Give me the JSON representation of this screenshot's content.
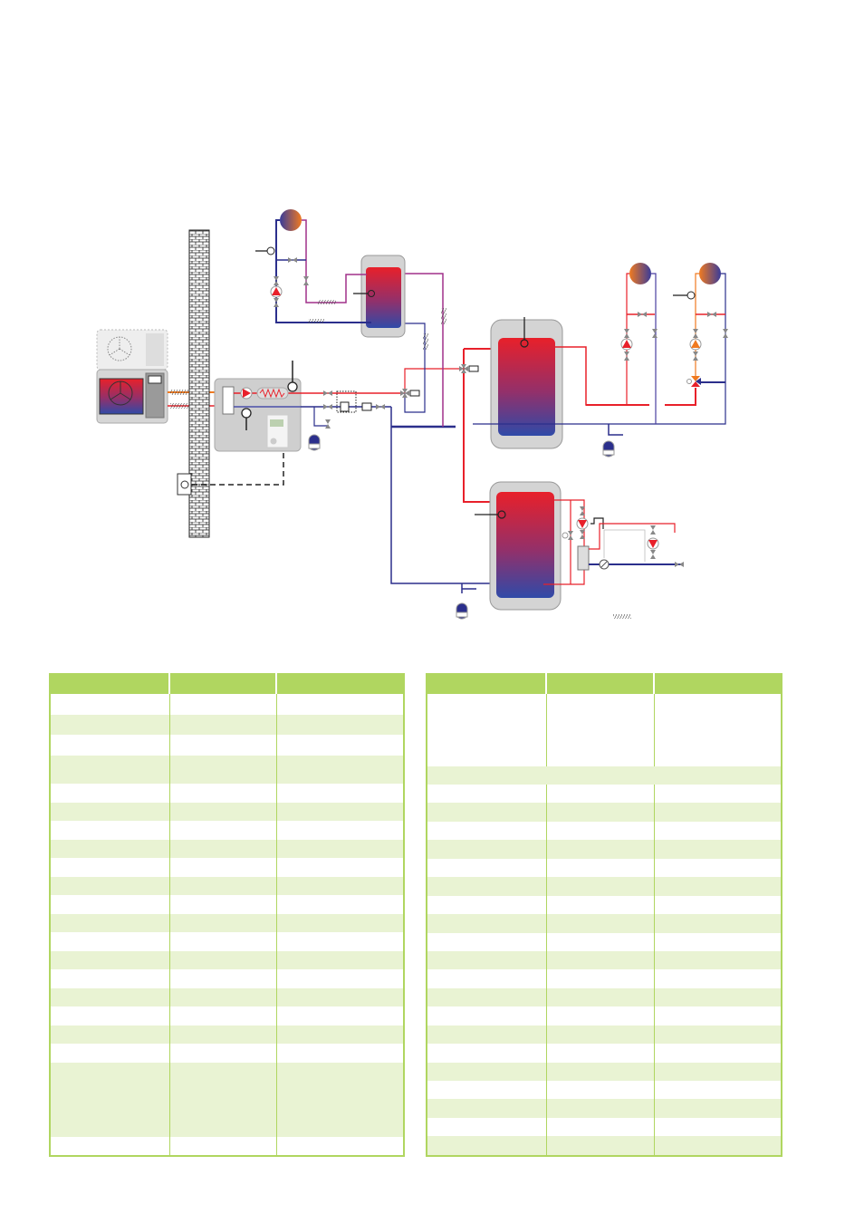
{
  "colors": {
    "table_header": "#b0d660",
    "table_stripe": "#e9f3d3",
    "supply_red": "#e8202a",
    "return_blue": "#2b2f8c",
    "mixed_magenta": "#a0308a",
    "mixed_orange": "#f07a20",
    "unit_grey": "#cfcfcf"
  },
  "tables": [
    {
      "id": "left",
      "columns": 3,
      "rows": [
        "white",
        "green",
        "white",
        "green",
        "white",
        "green",
        "white",
        "green",
        "white",
        "green",
        "white",
        "green",
        "white",
        "green",
        "white",
        "green",
        "white",
        "green",
        "white",
        "green",
        "white"
      ]
    },
    {
      "id": "right",
      "columns": 3,
      "rows": [
        "white",
        "green-merged",
        "white",
        "green",
        "white",
        "green",
        "white",
        "green",
        "white",
        "green",
        "white",
        "green",
        "white",
        "green",
        "white",
        "green",
        "white",
        "green",
        "white",
        "green",
        "white",
        "green"
      ]
    }
  ]
}
